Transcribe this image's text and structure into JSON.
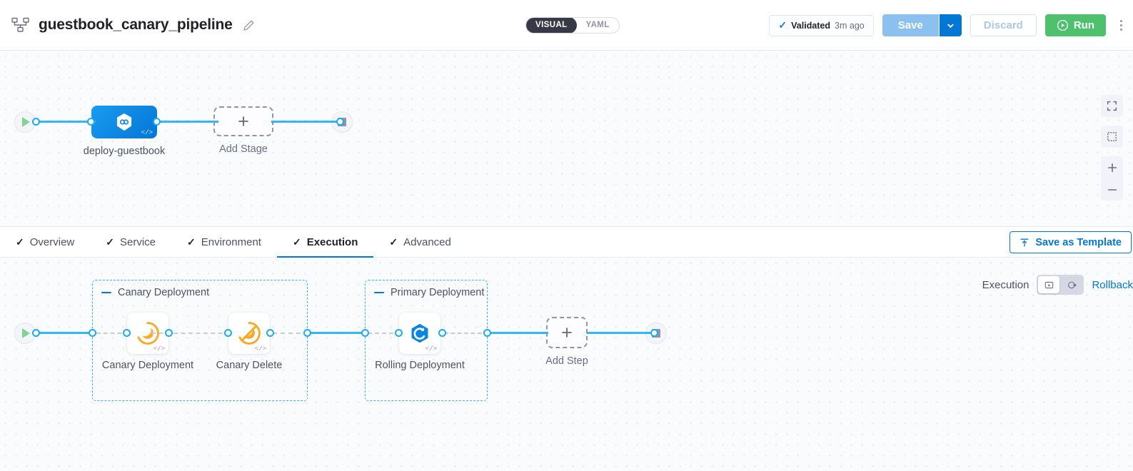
{
  "header": {
    "pipeline_icon": "pipeline-nodes-icon",
    "title": "guestbook_canary_pipeline",
    "edit_icon": "pencil-icon",
    "mode_toggle": {
      "options": [
        "VISUAL",
        "YAML"
      ],
      "selected": "VISUAL"
    },
    "validated": {
      "check_icon": "check-icon",
      "label": "Validated",
      "time": "3m ago"
    },
    "save": {
      "label": "Save",
      "caret_icon": "chevron-down-icon"
    },
    "discard": {
      "label": "Discard"
    },
    "run": {
      "label": "Run",
      "icon": "play-circle-icon"
    },
    "more_icon": "kebab-menu-icon"
  },
  "stage_canvas": {
    "start_node": {
      "icon": "play-icon"
    },
    "end_node": {
      "icon": "stop-icon"
    },
    "stage": {
      "name": "deploy-guestbook",
      "icon": "harness-hexagon-icon",
      "code_glyph": "</>"
    },
    "add_stage": {
      "label": "Add Stage",
      "icon": "plus-icon"
    },
    "controls": [
      {
        "name": "fullscreen-icon"
      },
      {
        "name": "fit-to-screen-icon"
      },
      {
        "name": "zoom-in-icon"
      },
      {
        "name": "zoom-out-icon"
      }
    ]
  },
  "tabs": {
    "items": [
      {
        "label": "Overview",
        "check": "✓",
        "active": false
      },
      {
        "label": "Service",
        "check": "✓",
        "active": false
      },
      {
        "label": "Environment",
        "check": "✓",
        "active": false
      },
      {
        "label": "Execution",
        "check": "✓",
        "active": true
      },
      {
        "label": "Advanced",
        "check": "✓",
        "active": false
      }
    ],
    "save_as_template": {
      "label": "Save as Template",
      "icon": "template-upload-icon"
    }
  },
  "execution": {
    "switch": {
      "execution_label": "Execution",
      "rollback_label": "Rollback",
      "options": [
        {
          "name": "execution-view-icon",
          "selected": true
        },
        {
          "name": "rollback-view-icon",
          "selected": false
        }
      ]
    },
    "start_node": {
      "icon": "play-icon"
    },
    "end_node": {
      "icon": "stop-icon"
    },
    "groups": [
      {
        "title": "Canary Deployment",
        "collapse_icon": "collapse-minus-icon"
      },
      {
        "title": "Primary Deployment",
        "collapse_icon": "collapse-minus-icon"
      }
    ],
    "steps": [
      {
        "name": "Canary Deployment",
        "icon": "canary-bird-icon",
        "code_glyph": "</>"
      },
      {
        "name": "Canary Delete",
        "icon": "canary-bird-deleted-icon",
        "code_glyph": "</>"
      },
      {
        "name": "Rolling Deployment",
        "icon": "rolling-deployment-icon",
        "code_glyph": "</>"
      }
    ],
    "add_step": {
      "label": "Add Step",
      "icon": "plus-icon"
    }
  },
  "colors": {
    "accent_blue": "#0278d4",
    "edge_blue": "#33b5f6",
    "run_green": "#4dc16e",
    "canary_orange": "#f5a623",
    "canvas_bg": "#fafbfd"
  }
}
